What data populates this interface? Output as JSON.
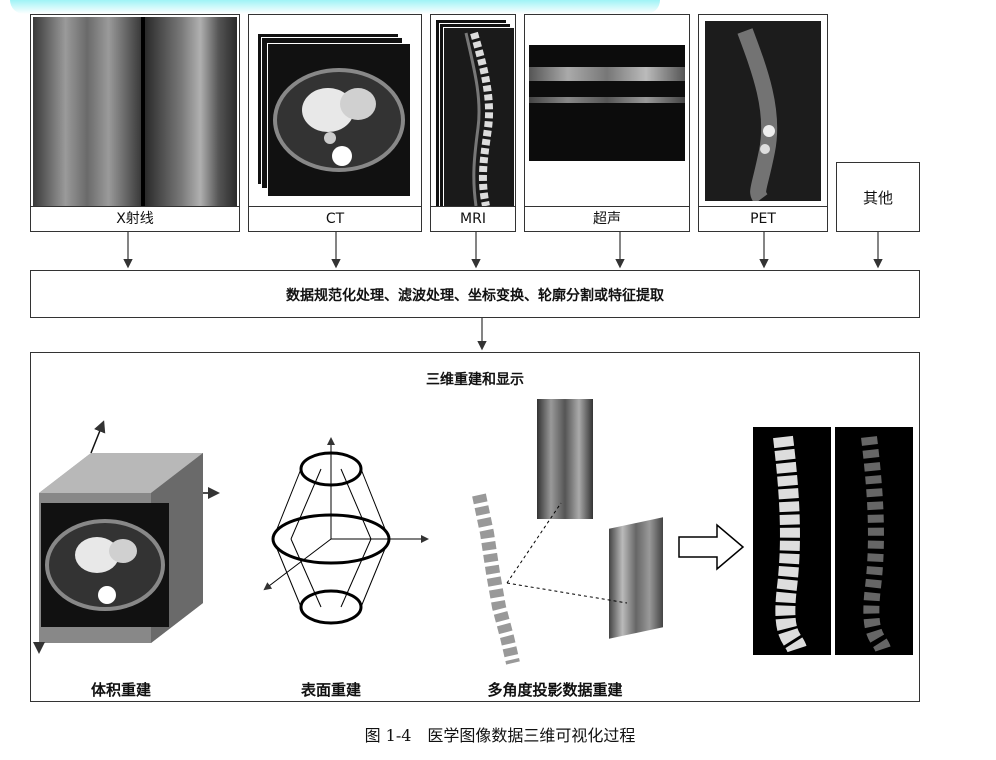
{
  "modalities": [
    {
      "label": "X射线",
      "icon": "xray-image"
    },
    {
      "label": "CT",
      "icon": "ct-slice-stack"
    },
    {
      "label": "MRI",
      "icon": "mri-spine-stack"
    },
    {
      "label": "超声",
      "icon": "ultrasound-image"
    },
    {
      "label": "PET",
      "icon": "pet-image"
    },
    {
      "label": "其他",
      "icon": "other-box"
    }
  ],
  "processing": {
    "label": "数据规范化处理、滤波处理、坐标变换、轮廓分割或特征提取"
  },
  "reconstruction": {
    "title": "三维重建和显示",
    "methods": [
      {
        "label": "体积重建"
      },
      {
        "label": "表面重建"
      },
      {
        "label": "多角度投影数据重建"
      }
    ]
  },
  "caption": "图 1-4　医学图像数据三维可视化过程",
  "colors": {
    "background": "#ffffff",
    "line": "#333333",
    "image_dark": "#111111",
    "top_glow": "#3ee0e8"
  }
}
